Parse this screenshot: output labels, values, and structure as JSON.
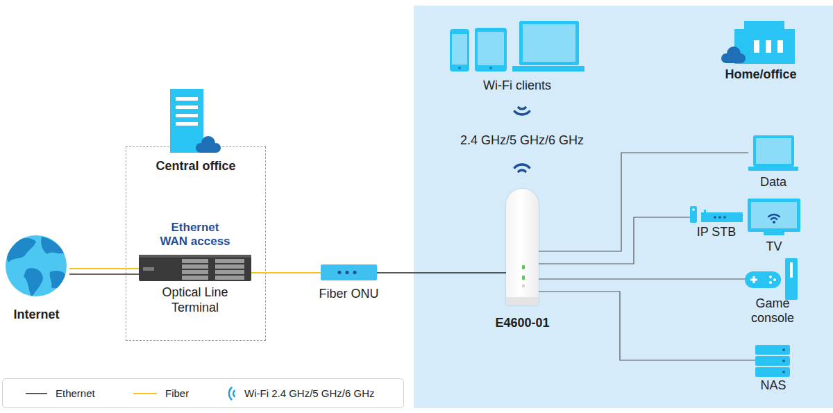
{
  "diagram": {
    "nodes": [
      {
        "text": [
          "Internet"
        ]
      },
      {
        "text": [
          "Central office"
        ]
      },
      {
        "text": [
          "Ethernet WAN access",
          "Optical Line Terminal"
        ],
        "in": 1
      },
      {
        "text": [
          "Fiber ONU"
        ]
      },
      {
        "text": [
          "Home/office"
        ]
      },
      {
        "text": [
          "Wi-Fi clients"
        ],
        "in": 4
      },
      {
        "text": [
          "E4600-01"
        ],
        "in": 4
      },
      {
        "text": [
          "Data"
        ],
        "in": 4
      },
      {
        "text": [
          "IP STB"
        ],
        "in": 4
      },
      {
        "text": [
          "TV"
        ],
        "in": 4
      },
      {
        "text": [
          "Game console"
        ],
        "in": 4
      },
      {
        "text": [
          "NAS"
        ],
        "in": 4
      }
    ],
    "edges": [
      {
        "from": 0,
        "to": 2,
        "arrow": "none"
      },
      {
        "from": 0,
        "to": 2,
        "arrow": "none"
      },
      {
        "from": 2,
        "to": 3,
        "arrow": "none"
      },
      {
        "from": 3,
        "to": 6,
        "arrow": "none"
      },
      {
        "from": 6,
        "to": 7,
        "arrow": "none"
      },
      {
        "from": 6,
        "to": 8,
        "arrow": "none"
      },
      {
        "from": 6,
        "to": 10,
        "arrow": "none"
      },
      {
        "from": 6,
        "to": 11,
        "arrow": "none"
      }
    ],
    "labels": [
      "2.4 GHz/5 GHz/6 GHz"
    ],
    "legend": [
      {
        "text": "Ethernet"
      },
      {
        "text": "Fiber"
      },
      {
        "text": "Wi-Fi 2.4 GHz/5 GHz/6 GHz"
      }
    ]
  }
}
